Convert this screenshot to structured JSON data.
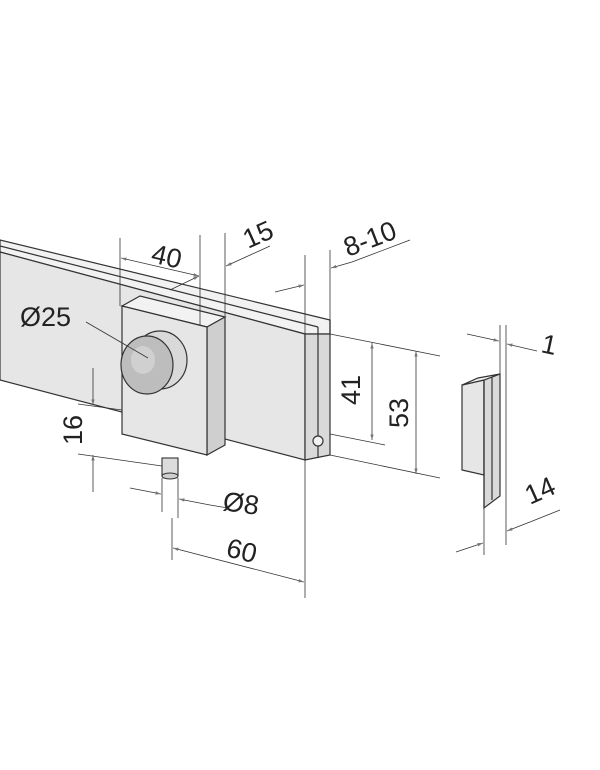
{
  "dimensions": {
    "width_40": "40",
    "offset_15": "15",
    "glass_8_10": "8-10",
    "height_41": "41",
    "height_53": "53",
    "height_16": "16",
    "knob_dia": "Ø25",
    "pin_dia": "Ø8",
    "length_60": "60",
    "thickness_1": "1",
    "depth_14": "14"
  }
}
